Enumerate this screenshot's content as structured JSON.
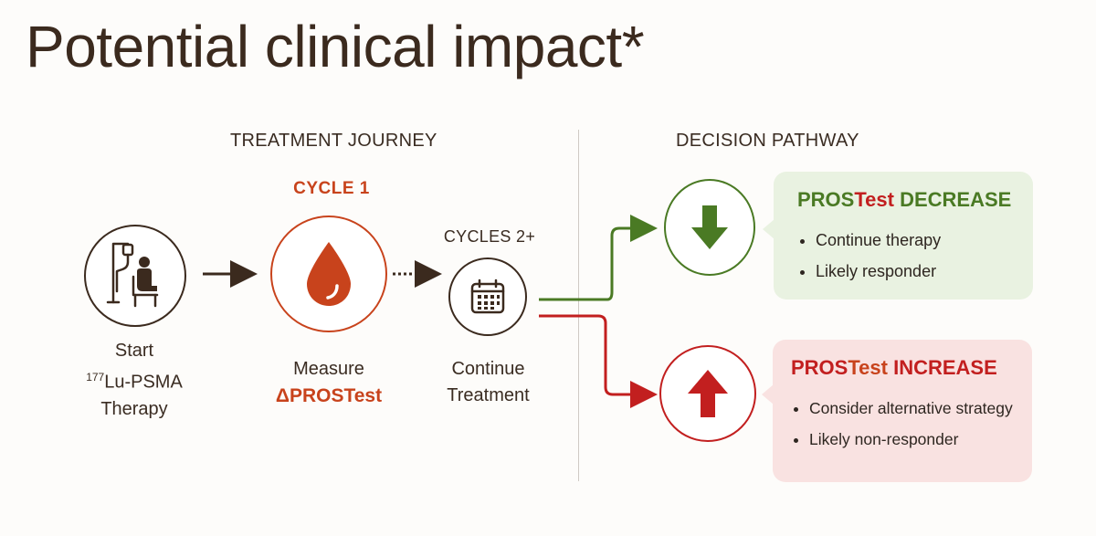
{
  "title": "Potential clinical impact*",
  "journey": {
    "heading": "TREATMENT JOURNEY",
    "start": {
      "line1": "Start",
      "sup": "177",
      "line2": "Lu-PSMA",
      "line3": "Therapy",
      "icon": "iv-therapy-patient-icon"
    },
    "cycle1": {
      "label": "CYCLE 1",
      "line1": "Measure",
      "line2": "ΔPROSTest",
      "icon": "blood-drop-icon"
    },
    "cycles2": {
      "label": "CYCLES 2+",
      "line1": "Continue",
      "line2": "Treatment",
      "icon": "calendar-icon"
    }
  },
  "decision": {
    "heading": "DECISION PATHWAY",
    "decrease": {
      "title_a": "PROS",
      "title_b": "Test",
      "title_c": " DECREASE",
      "bullets": [
        "Continue therapy",
        "Likely responder"
      ],
      "icon": "arrow-down-icon"
    },
    "increase": {
      "title_a": "PROS",
      "title_b": "Test",
      "title_c": " INCREASE",
      "bullets": [
        "Consider alternative strategy",
        "Likely non-responder"
      ],
      "icon": "arrow-up-icon"
    }
  },
  "colors": {
    "brown": "#3b2a1e",
    "orange": "#c8431c",
    "green": "#4a7a24",
    "red": "#c21f1f",
    "green_box": "#e9f2e1",
    "red_box": "#f9e2e1"
  }
}
